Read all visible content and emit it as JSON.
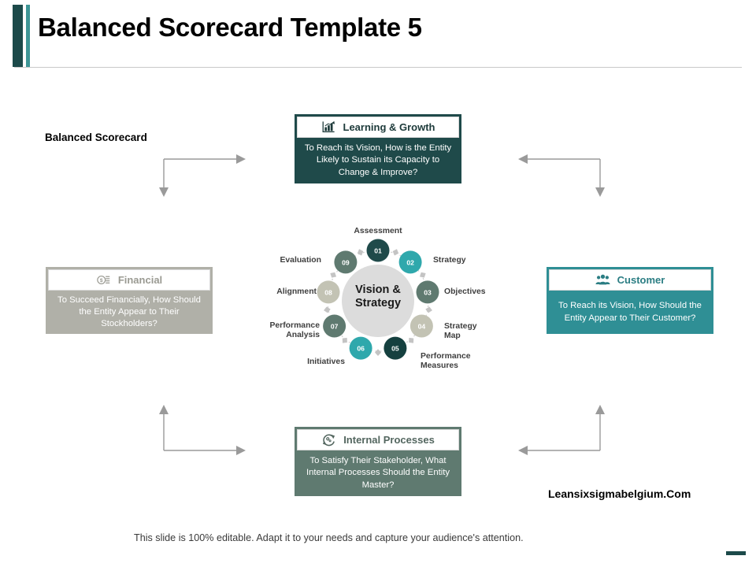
{
  "slide": {
    "title": "Balanced Scorecard Template 5",
    "section_label": "Balanced Scorecard",
    "site_url": "Leansixsigmabelgium.Com",
    "edit_note": "This slide is 100% editable. Adapt it to your needs and capture your audience's attention."
  },
  "colors": {
    "accent_dark": "#1c4a4a",
    "accent_light": "#3e9696",
    "learning": "#1f4a4a",
    "financial": "#b0b0a8",
    "customer": "#2f8f95",
    "internal": "#5f7a70",
    "connector": "#9a9a9a",
    "hub": "#dcdcdc"
  },
  "perspectives": [
    {
      "id": "learning",
      "title": "Learning & Growth",
      "icon": "bar-chart-growth-icon",
      "body": "To Reach its Vision, How is the Entity Likely to Sustain its Capacity to Change & Improve?"
    },
    {
      "id": "financial",
      "title": "Financial",
      "icon": "money-dollar-icon",
      "body": "To Succeed Financially, How Should the Entity Appear to Their Stockholders?"
    },
    {
      "id": "customer",
      "title": "Customer",
      "icon": "people-group-icon",
      "body": "To Reach its Vision, How Should the Entity Appear to Their Customer?"
    },
    {
      "id": "internal",
      "title": "Internal Processes",
      "icon": "gear-cycle-icon",
      "body": "To Satisfy Their Stakeholder, What Internal Processes Should the Entity Master?"
    }
  ],
  "cycle": {
    "hub_line1": "Vision &",
    "hub_line2": "Strategy",
    "steps": [
      {
        "num": "01",
        "label": "Assessment",
        "color": "#1f4a4a"
      },
      {
        "num": "02",
        "label": "Strategy",
        "color": "#2fa8ac"
      },
      {
        "num": "03",
        "label": "Objectives",
        "color": "#5f7a70"
      },
      {
        "num": "04",
        "label": "Strategy Map",
        "color": "#c3c3b4"
      },
      {
        "num": "05",
        "label": "Performance Measures",
        "color": "#15403f"
      },
      {
        "num": "06",
        "label": "Initiatives",
        "color": "#2fa8ac"
      },
      {
        "num": "07",
        "label": "Performance Analysis",
        "color": "#5f7a70"
      },
      {
        "num": "08",
        "label": "Alignment",
        "color": "#c3c3b4"
      },
      {
        "num": "09",
        "label": "Evaluation",
        "color": "#5f7a70"
      }
    ]
  }
}
